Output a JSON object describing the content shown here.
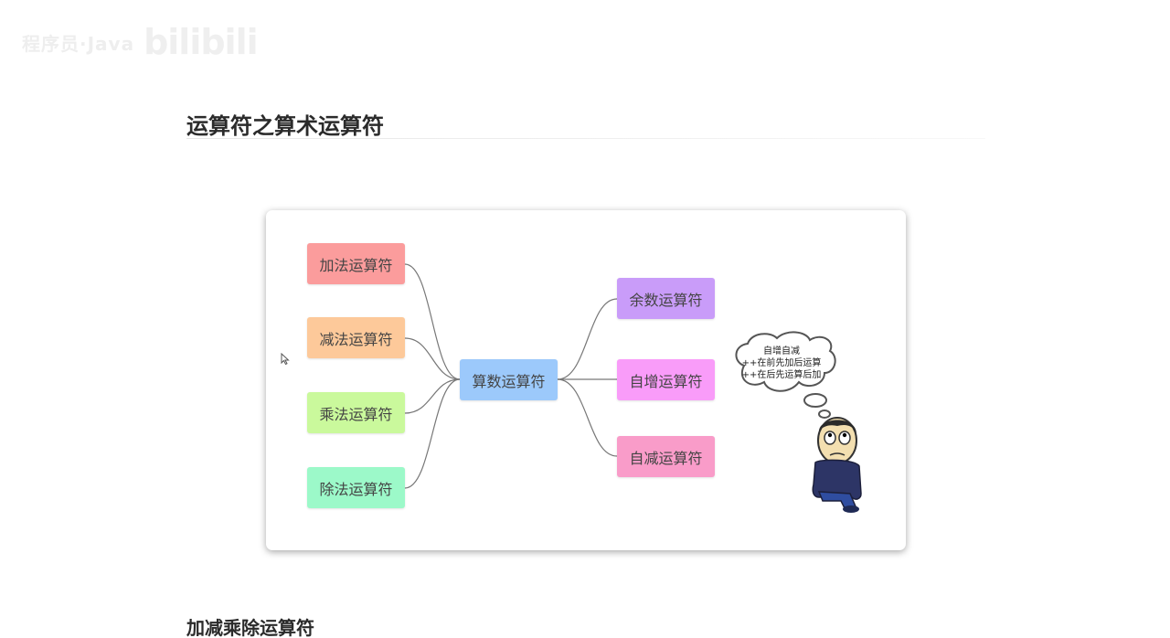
{
  "watermark": {
    "text": "程序员·Java",
    "logo": "bilibili"
  },
  "heading": "运算符之算术运算符",
  "subheading": "加减乘除运算符",
  "mindmap": {
    "center": {
      "label": "算数运算符",
      "color": "#9cc9fb"
    },
    "left": [
      {
        "label": "加法运算符",
        "color": "#fb9c9c"
      },
      {
        "label": "减法运算符",
        "color": "#fdc99a"
      },
      {
        "label": "乘法运算符",
        "color": "#caf99c"
      },
      {
        "label": "除法运算符",
        "color": "#9cf9c9"
      }
    ],
    "right": [
      {
        "label": "余数运算符",
        "color": "#c99cf9"
      },
      {
        "label": "自增运算符",
        "color": "#f99cf9"
      },
      {
        "label": "自减运算符",
        "color": "#f99cc9"
      }
    ]
  },
  "thought": {
    "lines": [
      "自增自减",
      "++在前先加后运算",
      "++在后先运算后加"
    ]
  },
  "icons": {
    "cursor": "mouse-pointer-icon",
    "character": "thinking-man-illustration"
  }
}
